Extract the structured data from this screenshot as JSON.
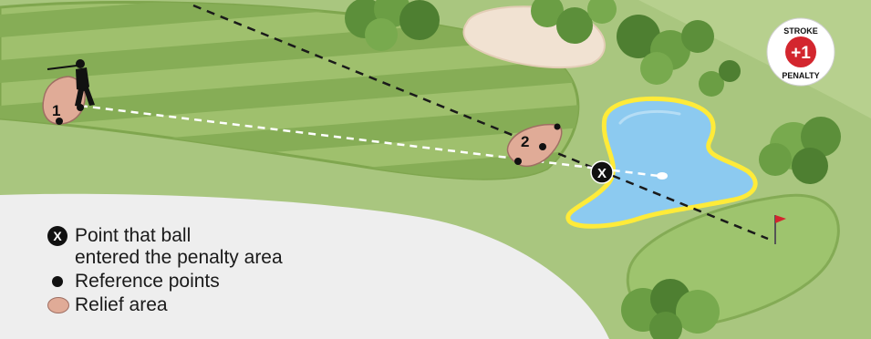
{
  "badge": {
    "top_text": "STROKE",
    "value": "+1",
    "bottom_text": "PENALTY"
  },
  "markers": {
    "relief_1": "1",
    "relief_2": "2",
    "entry_point": "X"
  },
  "legend": {
    "entry_point_line1": "Point that ball",
    "entry_point_line2": "entered the penalty area",
    "reference_points": "Reference points",
    "relief_area": "Relief area",
    "entry_symbol": "X"
  },
  "colors": {
    "rough": "#a9c67f",
    "fairway_dark": "#86ad56",
    "fairway_light": "#9fc06d",
    "water": "#8ccaf0",
    "water_border": "#ffeb39",
    "bunker": "#f1e2d2",
    "relief": "#e0ab97",
    "badge": "#d3262e"
  }
}
